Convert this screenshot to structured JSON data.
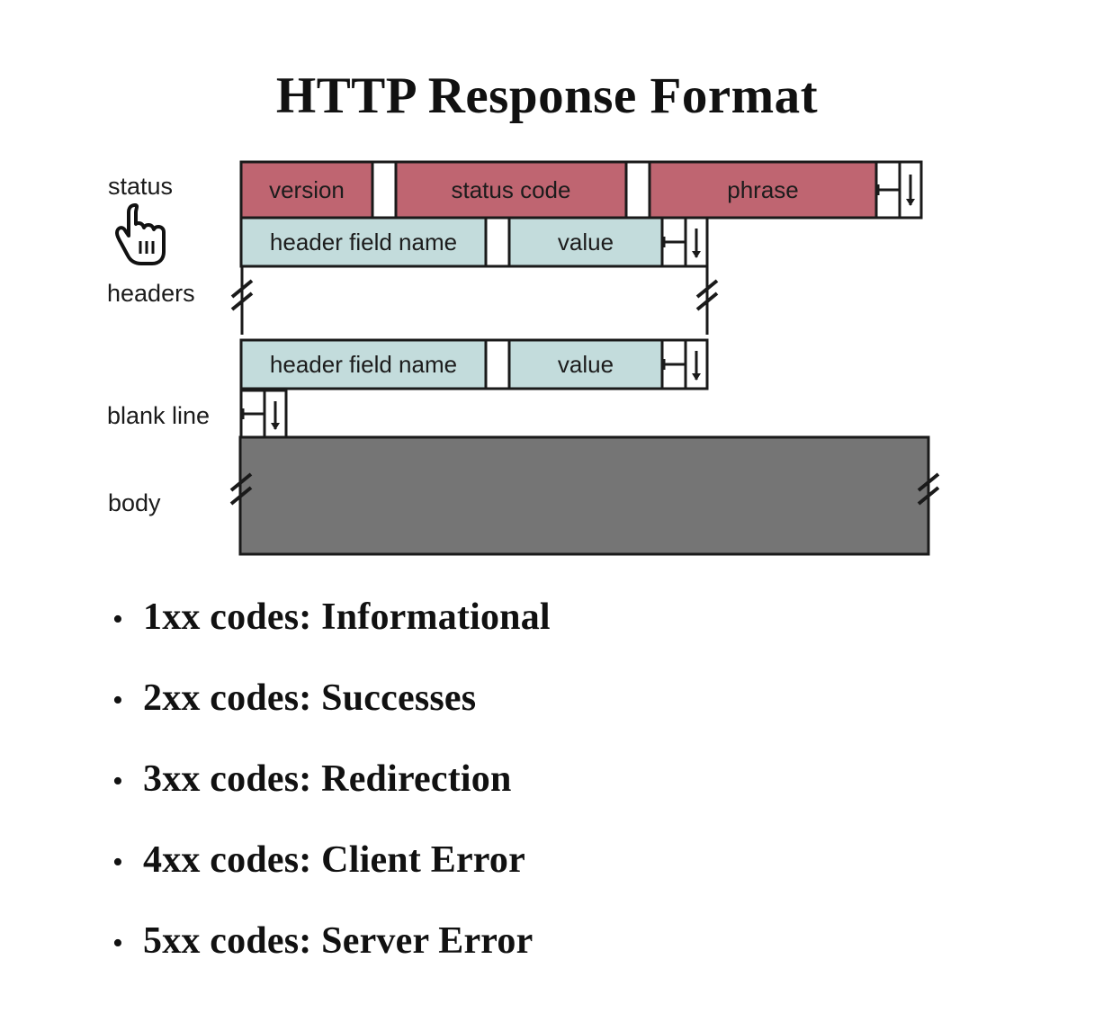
{
  "slide": {
    "title": "HTTP Response Format"
  },
  "colors": {
    "status_fill": "#bf6571",
    "header_fill": "#c3dcdc",
    "body_fill": "#757575",
    "stroke": "#1a1a1a",
    "text": "#1c1c1c",
    "background": "#ffffff"
  },
  "diagram": {
    "row_labels": {
      "status": "status",
      "headers": "headers",
      "blank_line": "blank line",
      "body": "body"
    },
    "status_line": {
      "fields": [
        "version",
        "status code",
        "phrase"
      ],
      "terminators": [
        "CR",
        "LF"
      ]
    },
    "header_line_1": {
      "fields": [
        "header field name",
        "value"
      ],
      "terminators": [
        "CR",
        "LF"
      ]
    },
    "header_line_2": {
      "fields": [
        "header field name",
        "value"
      ],
      "terminators": [
        "CR",
        "LF"
      ]
    },
    "blank_line": {
      "terminators": [
        "CR",
        "LF"
      ]
    },
    "body": {
      "label": "body"
    },
    "icons": {
      "cr": "cr-arrow-icon",
      "lf": "lf-arrow-icon",
      "break": "break-mark-icon",
      "cursor": "hand-pointer-cursor"
    }
  },
  "bullets": [
    {
      "marker": "•",
      "text": "1xx codes:  Informational"
    },
    {
      "marker": "•",
      "text": "2xx codes:  Successes"
    },
    {
      "marker": "•",
      "text": "3xx codes:  Redirection"
    },
    {
      "marker": "•",
      "text": "4xx codes:  Client Error"
    },
    {
      "marker": "•",
      "text": "5xx codes:  Server Error"
    }
  ]
}
